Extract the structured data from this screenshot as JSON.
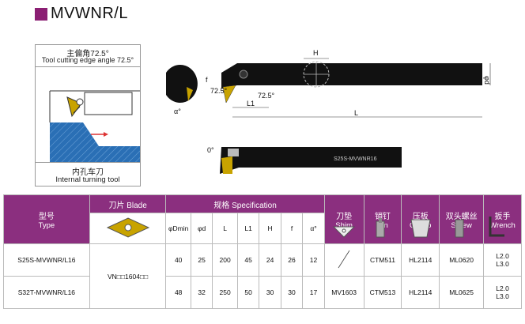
{
  "title": "MVWNR/L",
  "angle_box": {
    "cn": "主偏角72.5°",
    "en": "Tool cutting edge angle 72.5°",
    "caption_cn": "内孔车刀",
    "caption_en": "Internal turning tool"
  },
  "drawing": {
    "h": "H",
    "d": "φd",
    "l": "L",
    "l1": "L1",
    "angle1": "72.5°",
    "angle2": "72.5°",
    "f": "f",
    "alpha": "α°",
    "zero": "0°",
    "label": "S25S-MVWNR16"
  },
  "table": {
    "type_cn": "型号",
    "type_en": "Type",
    "blade": "刀片 Blade",
    "spec": "规格 Specification",
    "shim_cn": "刀垫",
    "shim_en": "Shim",
    "pin_cn": "销钉",
    "pin_en": "Pin",
    "clamp_cn": "压板",
    "clamp_en": "Clamp",
    "screw_cn": "双头螺丝",
    "screw_en": "Screw",
    "wrench_cn": "扳手",
    "wrench_en": "Wrench",
    "cols": [
      "φDmin",
      "φd",
      "L",
      "L1",
      "H",
      "f",
      "α°"
    ],
    "blade_code": "VN□□1604□□",
    "rows": [
      {
        "type": "S25S-MVWNR/L16",
        "dmin": "40",
        "d": "25",
        "l": "200",
        "l1": "45",
        "h": "24",
        "f": "26",
        "a": "12",
        "shim": "",
        "pin": "CTM511",
        "clamp": "HL2114",
        "screw": "ML0620",
        "wrench1": "L2.0",
        "wrench2": "L3.0"
      },
      {
        "type": "S32T-MVWNR/L16",
        "dmin": "48",
        "d": "32",
        "l": "250",
        "l1": "50",
        "h": "30",
        "f": "30",
        "a": "17",
        "shim": "MV1603",
        "pin": "CTM513",
        "clamp": "HL2114",
        "screw": "ML0625",
        "wrench1": "L2.0",
        "wrench2": "L3.0"
      }
    ]
  }
}
